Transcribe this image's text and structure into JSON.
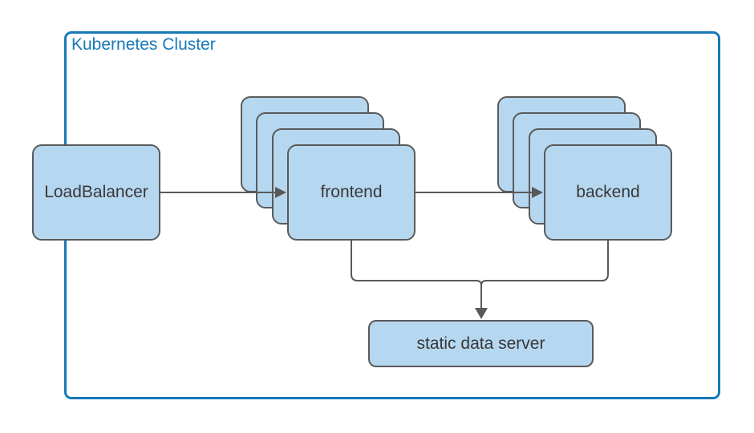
{
  "diagram": {
    "title": "Kubernetes Cluster",
    "cluster": {
      "label": "Kubernetes Cluster"
    },
    "nodes": {
      "load_balancer": {
        "label": "LoadBalancer",
        "replicas": 1
      },
      "frontend": {
        "label": "frontend",
        "replicas": 4
      },
      "backend": {
        "label": "backend",
        "replicas": 4
      },
      "static_data_server": {
        "label": "static data server",
        "replicas": 1
      }
    },
    "edges": [
      {
        "from": "LoadBalancer",
        "to": "frontend",
        "arrow": true
      },
      {
        "from": "frontend",
        "to": "backend",
        "arrow": true
      },
      {
        "from": "frontend",
        "to": "static data server",
        "arrow": true
      },
      {
        "from": "backend",
        "to": "static data server",
        "arrow": true
      }
    ],
    "colors": {
      "cluster_border": "#1779b8",
      "cluster_label_text": "#1779b8",
      "node_fill": "#b6d7f0",
      "node_border": "#5a5a5a",
      "node_text": "#383838",
      "connector": "#595959",
      "background": "#ffffff"
    }
  }
}
